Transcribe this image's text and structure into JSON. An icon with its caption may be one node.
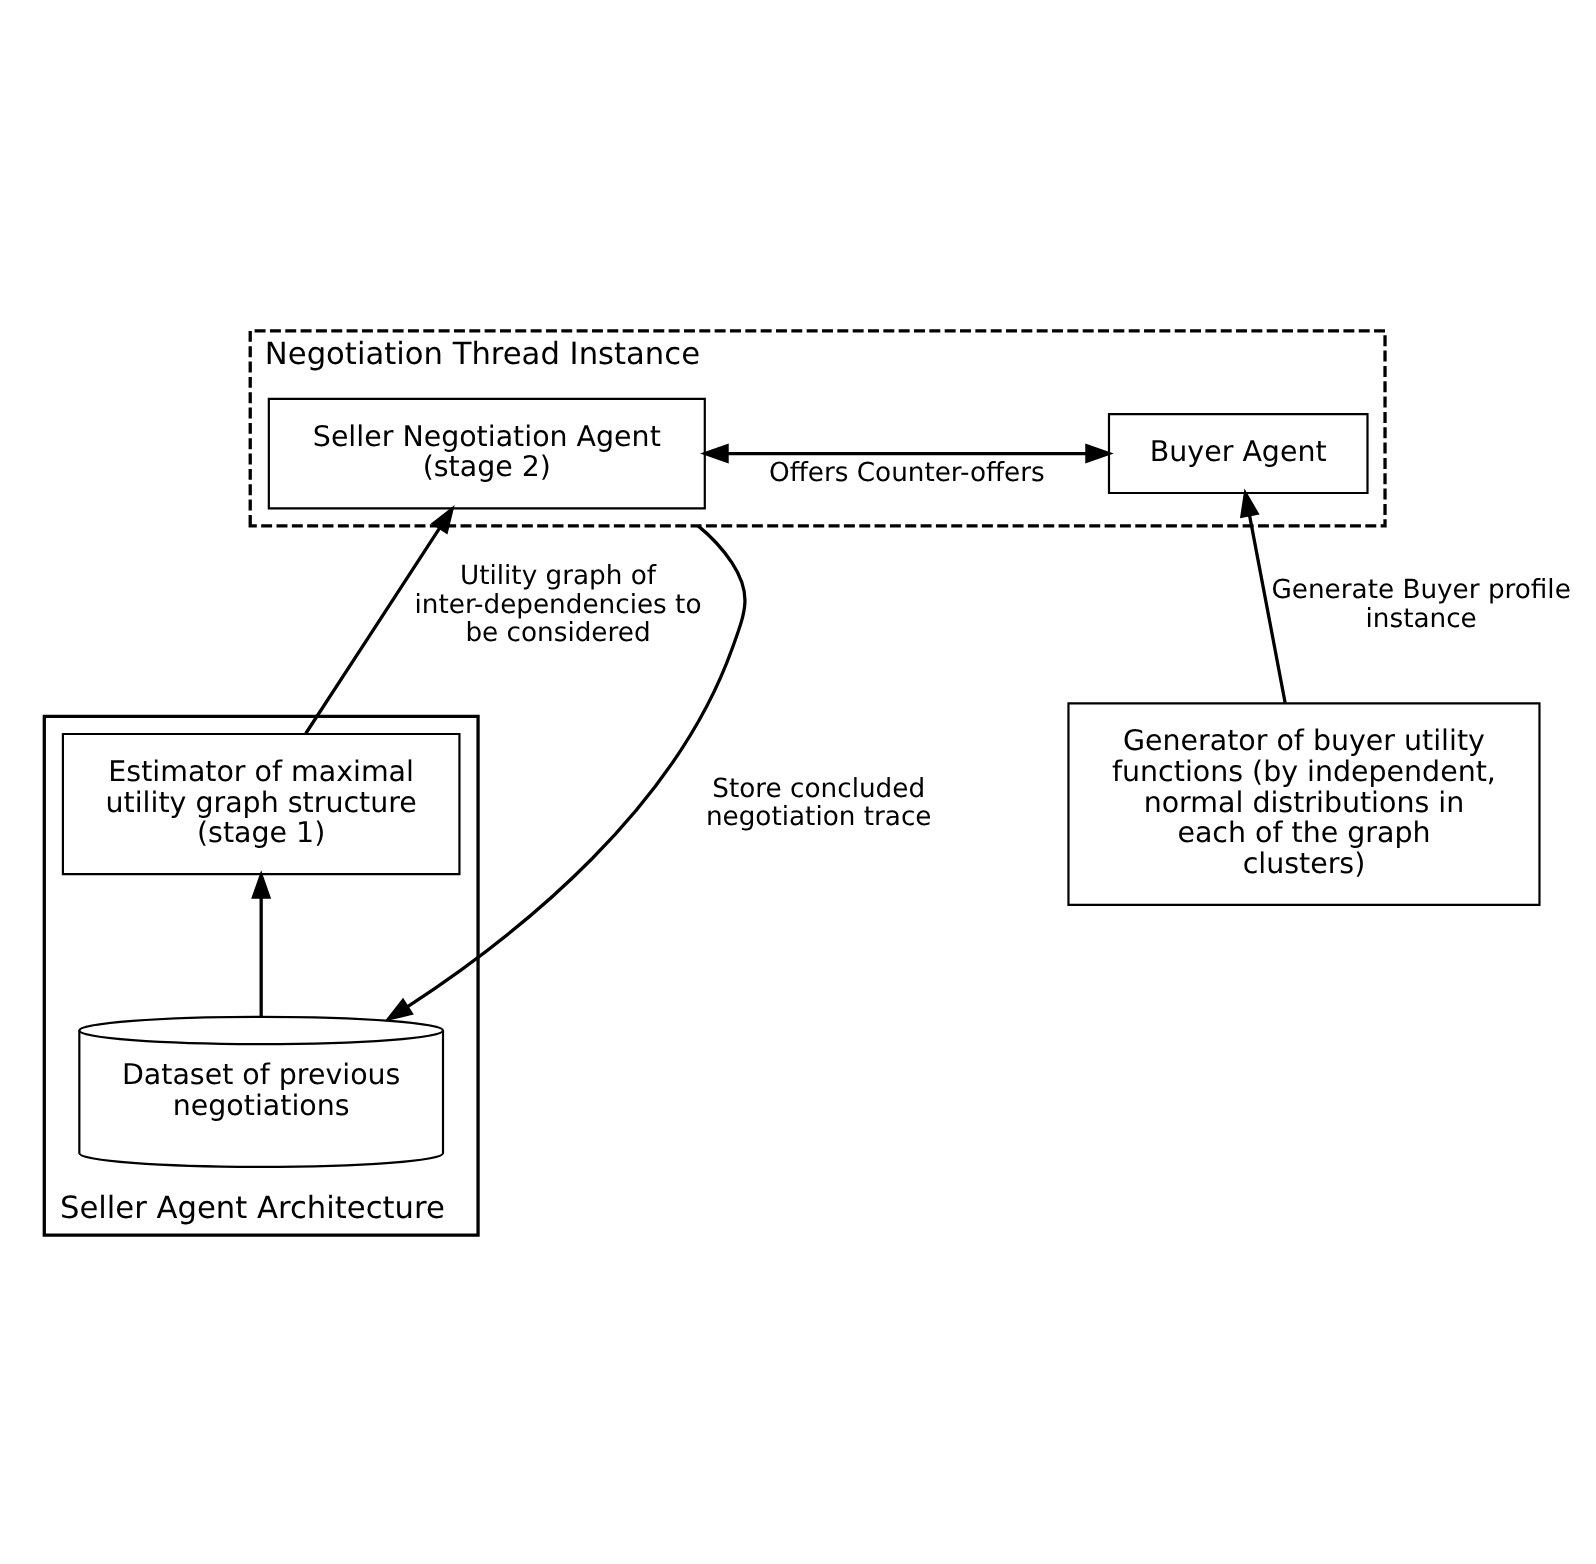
{
  "diagram": {
    "nodes": [
      {
        "text": [
          "Seller Agent Architecture"
        ]
      },
      {
        "text": [
          "Negotiation Thread Instance"
        ]
      },
      {
        "text": [
          "Seller Negotiation Agent (stage 2)"
        ],
        "in": 1
      },
      {
        "text": [
          "Buyer Agent"
        ],
        "in": 1
      },
      {
        "text": [
          "Estimator of maximal utility graph structure (stage 1)"
        ],
        "in": 0
      },
      {
        "text": [
          "Generator of buyer utility functions (by independent, normal distributions in each of the graph clusters)"
        ]
      },
      {
        "text": [
          "Dataset of previous negotiations"
        ],
        "in": 0
      }
    ],
    "edges": [
      {
        "from": 2,
        "to": 3,
        "arrow": "both",
        "label": "Offers Counter-offers"
      },
      {
        "from": 4,
        "to": 2,
        "arrow": "to",
        "label": "Utility graph of inter-dependencies to be considered"
      },
      {
        "from": 5,
        "to": 3,
        "arrow": "to",
        "label": "Generate Buyer profile instance"
      },
      {
        "from": 6,
        "to": 4,
        "arrow": "to"
      },
      {
        "from": 1,
        "to": 6,
        "arrow": "to",
        "label": "Store concluded negotiation trace"
      }
    ]
  }
}
